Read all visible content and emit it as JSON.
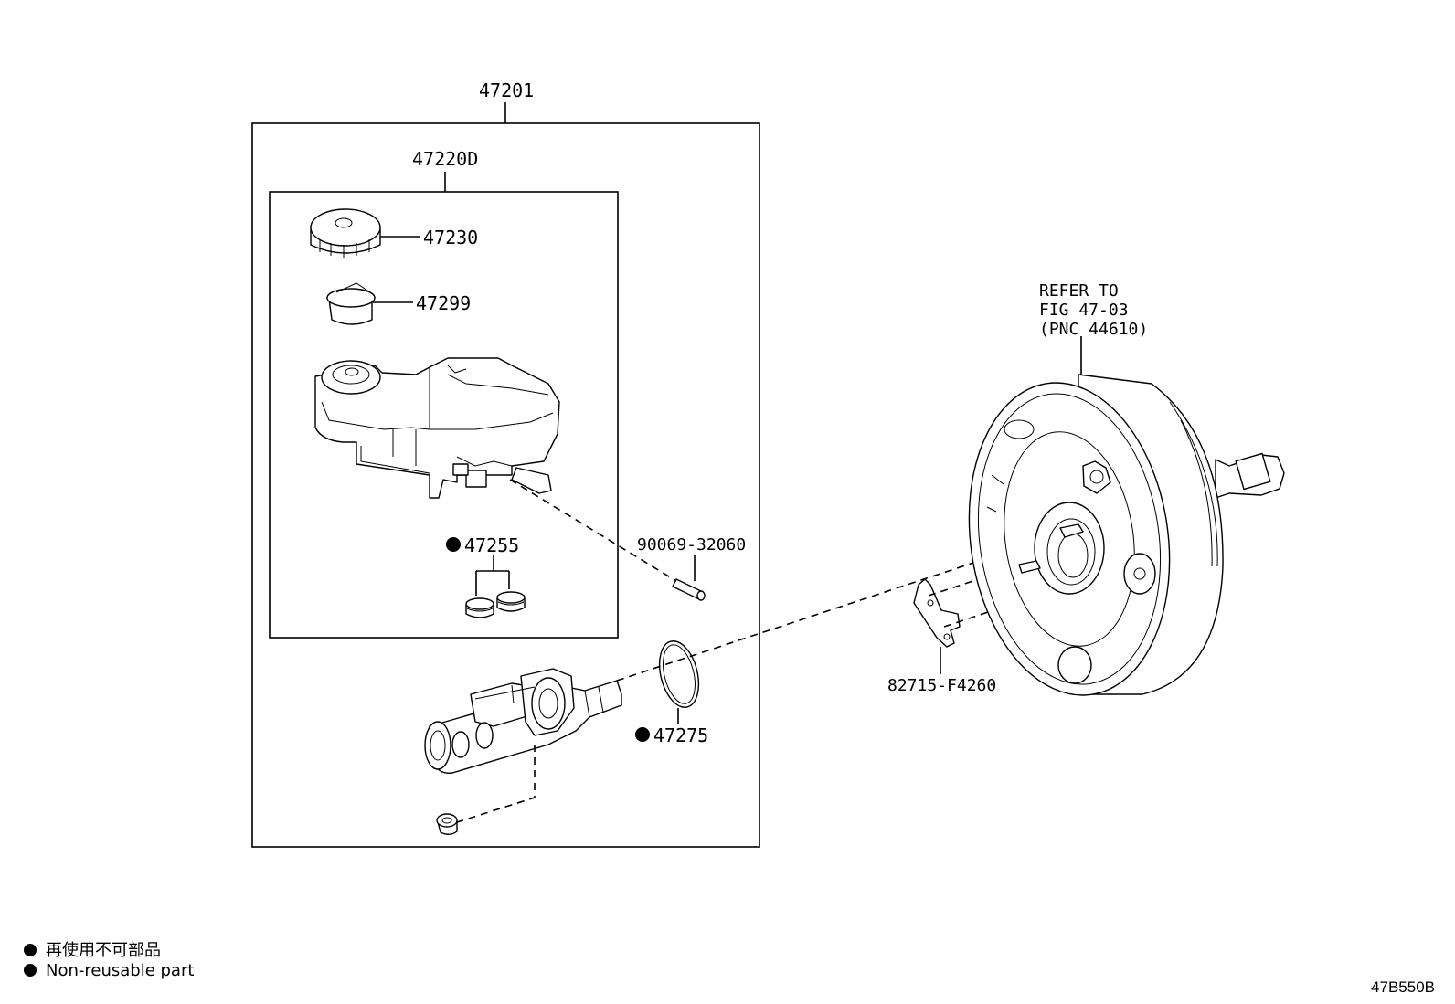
{
  "labels": {
    "assembly": "47201",
    "reservoir_sub": "47220D",
    "cap": "47230",
    "strainer": "47299",
    "grommet": "47255",
    "pin": "90069-32060",
    "oring": "47275",
    "plate": "82715-F4260",
    "refer_line1": "REFER TO",
    "refer_line2": "FIG 47-03",
    "refer_line3": "(PNC 44610)"
  },
  "legend": {
    "jp": "再使用不可部品",
    "en": "Non-reusable part"
  },
  "figure_code": "47B550B",
  "colors": {
    "ink": "#000000",
    "paper": "#ffffff"
  }
}
